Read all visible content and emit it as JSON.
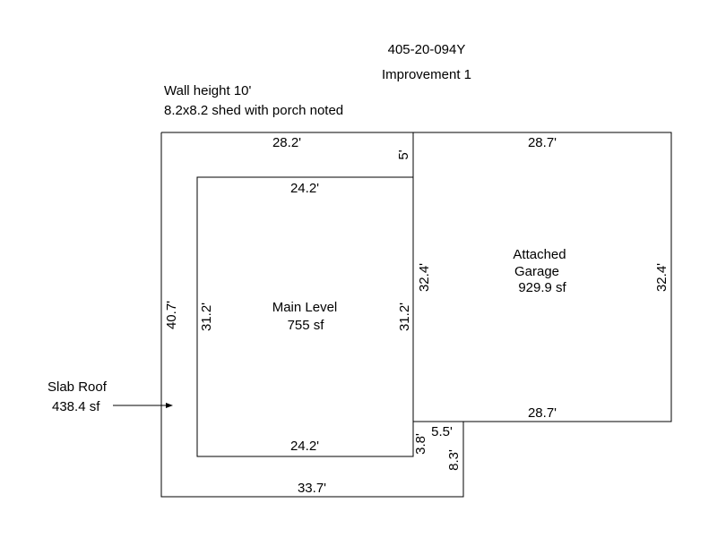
{
  "header": {
    "parcel_id": "405-20-094Y",
    "improvement": "Improvement 1"
  },
  "notes": [
    "Wall height 10'",
    "8.2x8.2 shed with porch noted"
  ],
  "slab_roof": {
    "label": "Slab Roof",
    "area": "438.4 sf"
  },
  "main_level": {
    "label": "Main Level",
    "area": "755 sf",
    "top": "24.2'",
    "bottom": "24.2'",
    "left": "31.2'",
    "right": "31.2'"
  },
  "garage": {
    "label_line1": "Attached",
    "label_line2": "Garage",
    "area": "929.9 sf",
    "top": "28.7'",
    "bottom": "28.7'",
    "left": "32.4'",
    "right": "32.4'"
  },
  "outer": {
    "top": "28.2'",
    "left": "40.7'",
    "bottom": "33.7'",
    "offset_top": "5'",
    "notch_width": "5.5'",
    "notch_inner": "3.8'",
    "notch_height": "8.3'"
  }
}
